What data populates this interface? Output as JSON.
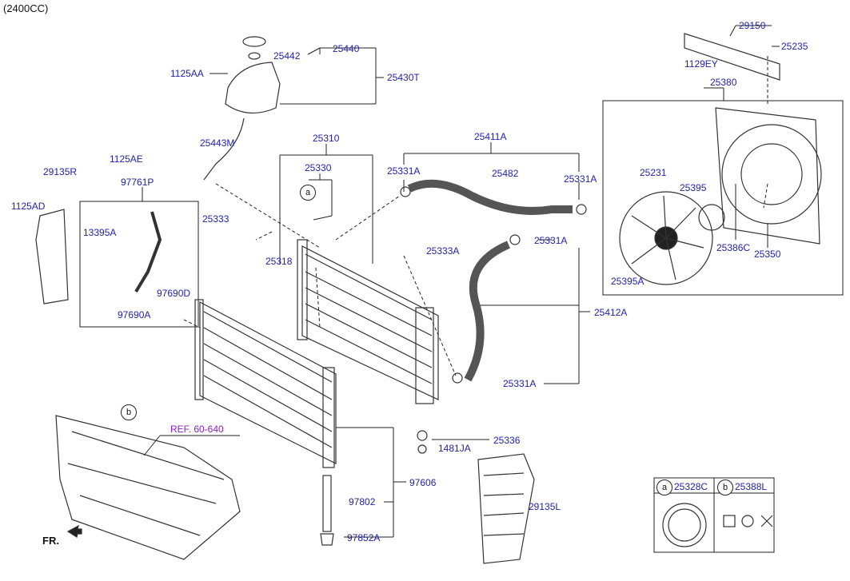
{
  "caption": "(2400CC)",
  "fr_label": "FR.",
  "ref_label": "REF. 60-640",
  "markers": {
    "a": "a",
    "b": "b"
  },
  "parts": {
    "p29150": "29150",
    "p25235": "25235",
    "p1129EY": "1129EY",
    "p25380": "25380",
    "p25440": "25440",
    "p25442": "25442",
    "p25430T": "25430T",
    "p1125AA": "1125AA",
    "p25443M": "25443M",
    "p1125AE": "1125AE",
    "p29135R": "29135R",
    "p97761P": "97761P",
    "p1125AD": "1125AD",
    "p13395A": "13395A",
    "p97690D": "97690D",
    "p97690A": "97690A",
    "p25310": "25310",
    "p25330": "25330",
    "p25333": "25333",
    "p25318": "25318",
    "p25411A": "25411A",
    "p25331A_1": "25331A",
    "p25482": "25482",
    "p25331A_2": "25331A",
    "p25231": "25231",
    "p25395": "25395",
    "p25386C": "25386C",
    "p25350": "25350",
    "p25395A": "25395A",
    "p25331A_3": "25331A",
    "p25333A": "25333A",
    "p25412A": "25412A",
    "p25331A_4": "25331A",
    "p25336": "25336",
    "p1481JA": "1481JA",
    "p97606": "97606",
    "p97802": "97802",
    "p97852A": "97852A",
    "p29135L": "29135L",
    "p25328C": "25328C",
    "p25388L": "25388L"
  },
  "colors": {
    "part_link": "#2222aa",
    "reference_link": "#8a1fbf",
    "line": "#222222"
  }
}
